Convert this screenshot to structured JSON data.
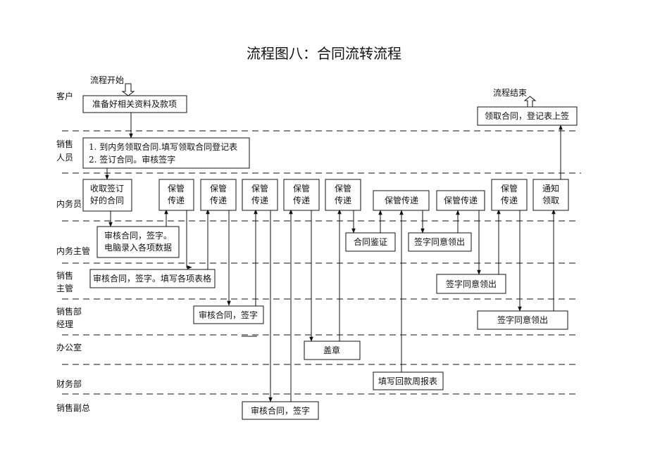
{
  "title": "流程图八：合同流转流程",
  "start_label": "流程开始",
  "end_label": "流程结束",
  "lanes": [
    {
      "id": "customer",
      "lines": [
        "客户"
      ]
    },
    {
      "id": "sales_staff",
      "lines": [
        "销售",
        "人员"
      ]
    },
    {
      "id": "clerk",
      "lines": [
        "内务员"
      ]
    },
    {
      "id": "internal_supervisor",
      "lines": [
        "内务主管"
      ]
    },
    {
      "id": "sales_supervisor",
      "lines": [
        "销售",
        "主管"
      ]
    },
    {
      "id": "sales_manager",
      "lines": [
        "销售部",
        "经理"
      ]
    },
    {
      "id": "office",
      "lines": [
        "办公室"
      ]
    },
    {
      "id": "finance",
      "lines": [
        "财务部"
      ]
    },
    {
      "id": "sales_vp",
      "lines": [
        "销售副总"
      ]
    }
  ],
  "nodes": {
    "prepare": {
      "lines": [
        "准备好相关资料及款项"
      ]
    },
    "receive_contract": {
      "lines": [
        "领取合同，登记表上签"
      ]
    },
    "sales_steps": {
      "lines": [
        "1.    到内务领取合同.填写领取合同登记表",
        "2.    签订合同。审核签字"
      ]
    },
    "collect_sign": {
      "lines": [
        "收取签订",
        "好的合同"
      ]
    },
    "keep1": {
      "lines": [
        "保管",
        "传递"
      ]
    },
    "keep2": {
      "lines": [
        "保管",
        "传递"
      ]
    },
    "keep3": {
      "lines": [
        "保管",
        "传递"
      ]
    },
    "keep4": {
      "lines": [
        "保管",
        "传递"
      ]
    },
    "keep5": {
      "lines": [
        "保管",
        "传递"
      ]
    },
    "keep6": {
      "lines": [
        "保管传递"
      ]
    },
    "keep7": {
      "lines": [
        "保管传递"
      ]
    },
    "keep8": {
      "lines": [
        "保管",
        "传递"
      ]
    },
    "notify": {
      "lines": [
        "通知",
        "领取"
      ]
    },
    "audit_record": {
      "lines": [
        "审核合同，签字。",
        "电脑录入各项数据"
      ]
    },
    "contract_verify": {
      "lines": [
        "合同鉴证"
      ]
    },
    "sign_agree_1": {
      "lines": [
        "签字同意领出"
      ]
    },
    "audit_forms": {
      "lines": [
        "审核合同，签字。填写各项表格"
      ]
    },
    "sign_agree_2": {
      "lines": [
        "签字同意领出"
      ]
    },
    "audit_sign_mgr": {
      "lines": [
        "审核合同，签字"
      ]
    },
    "sign_agree_3": {
      "lines": [
        "签字同意领出"
      ]
    },
    "stamp": {
      "lines": [
        "盖章"
      ]
    },
    "weekly_report": {
      "lines": [
        "填写回款周报表"
      ]
    },
    "audit_sign_vp": {
      "lines": [
        "审核合同，签字"
      ]
    }
  }
}
